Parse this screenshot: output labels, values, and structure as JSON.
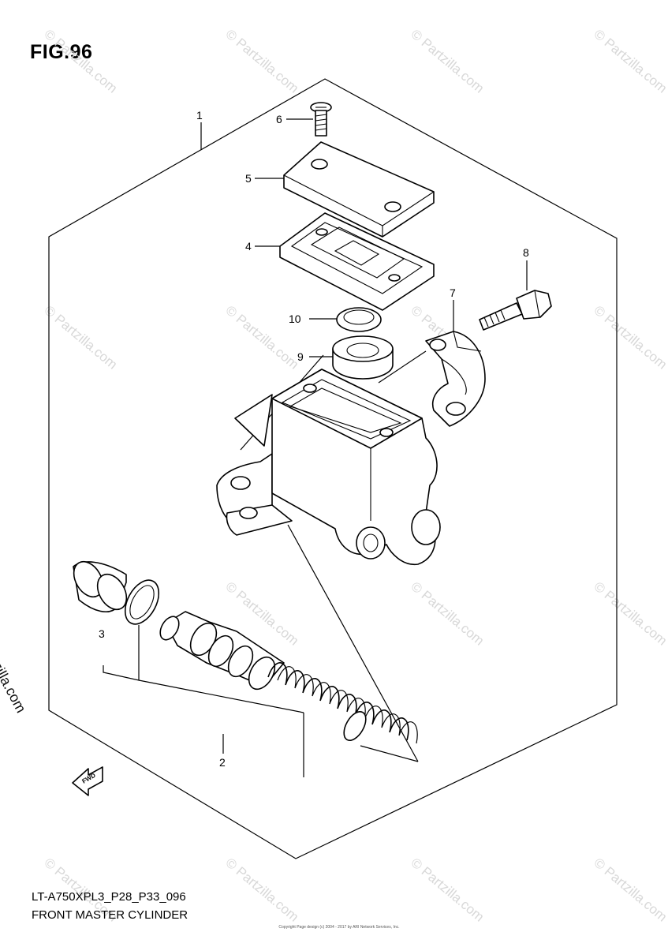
{
  "figure": {
    "title": "FIG.96"
  },
  "footer": {
    "code": "LT-A750XPL3_P28_P33_096",
    "name": "FRONT MASTER CYLINDER",
    "copyright_small": "Copyright\nPage design (c) 2004 - 2017 by ARI Network Services, Inc."
  },
  "watermark": {
    "text": "© Partzilla.com",
    "side_text": "© Partzilla.com"
  },
  "callouts": {
    "c1": "1",
    "c2": "2",
    "c3": "3",
    "c4": "4",
    "c5": "5",
    "c6": "6",
    "c7": "7",
    "c8": "8",
    "c9": "9",
    "c10": "10"
  },
  "arrow": {
    "text": "FWD"
  }
}
